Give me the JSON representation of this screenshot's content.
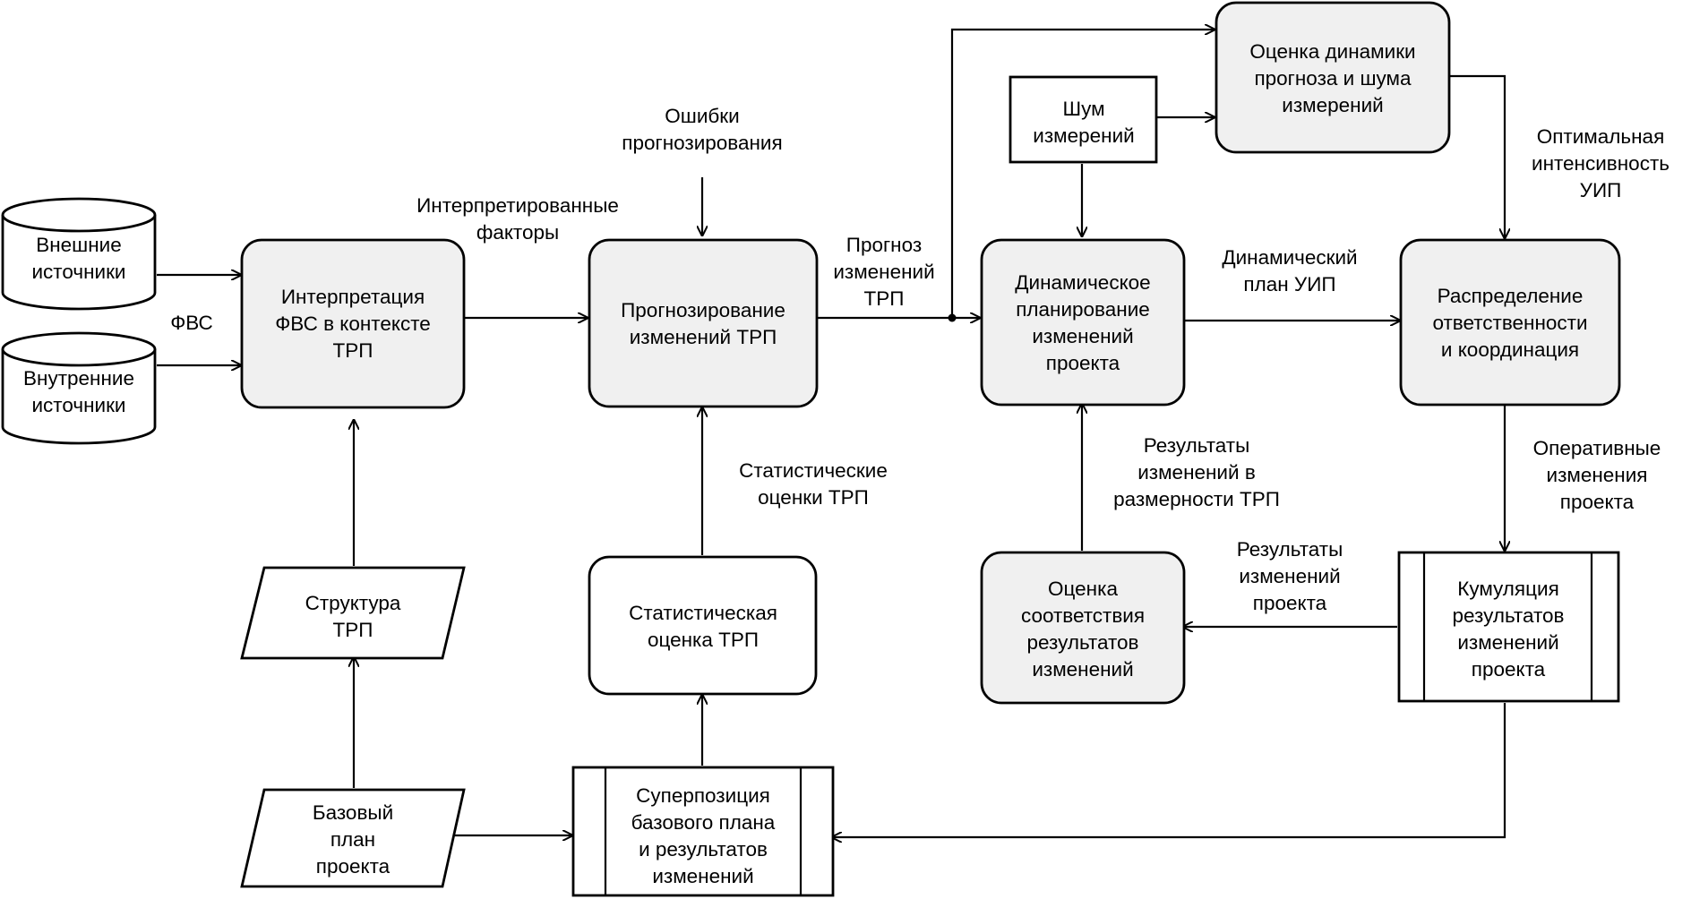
{
  "nodes": {
    "external_sources": [
      "Внешние",
      "источники"
    ],
    "internal_sources": [
      "Внутренние",
      "источники"
    ],
    "interpretation": [
      "Интерпретация",
      "ФВС в контексте",
      "ТРП"
    ],
    "forecasting": [
      "Прогнозирование",
      "изменений ТРП"
    ],
    "dynamic_planning": [
      "Динамическое",
      "планирование",
      "изменений",
      "проекта"
    ],
    "distribution": [
      "Распределение",
      "ответственности",
      "и координация"
    ],
    "dynamics_assessment": [
      "Оценка динамики",
      "прогноза и шума",
      "измерений"
    ],
    "noise": [
      "Шум",
      "измерений"
    ],
    "structure": [
      "Структура",
      "ТРП"
    ],
    "base_plan": [
      "Базовый",
      "план",
      "проекта"
    ],
    "statistical_estimate": [
      "Статистическая",
      "оценка ТРП"
    ],
    "superposition": [
      "Суперпозиция",
      "базового плана",
      "и результатов",
      "изменений"
    ],
    "conformity": [
      "Оценка",
      "соответствия",
      "результатов",
      "изменений"
    ],
    "cumulation": [
      "Кумуляция",
      "результатов",
      "изменений",
      "проекта"
    ]
  },
  "edge_labels": {
    "fvs": [
      "ФВС"
    ],
    "interpreted_factors": [
      "Интерпретированные",
      "факторы"
    ],
    "forecast_errors": [
      "Ошибки",
      "прогнозирования"
    ],
    "trp_forecast": [
      "Прогноз",
      "изменений",
      "ТРП"
    ],
    "dynamic_plan": [
      "Динамический",
      "план УИП"
    ],
    "optimal_intensity": [
      "Оптимальная",
      "интенсивность",
      "УИП"
    ],
    "statistical_estimates": [
      "Статистические",
      "оценки ТРП"
    ],
    "results_trp": [
      "Результаты",
      "изменений в",
      "размерности ТРП"
    ],
    "project_results": [
      "Результаты",
      "изменений",
      "проекта"
    ],
    "operational_changes": [
      "Оперативные",
      "изменения",
      "проекта"
    ]
  }
}
